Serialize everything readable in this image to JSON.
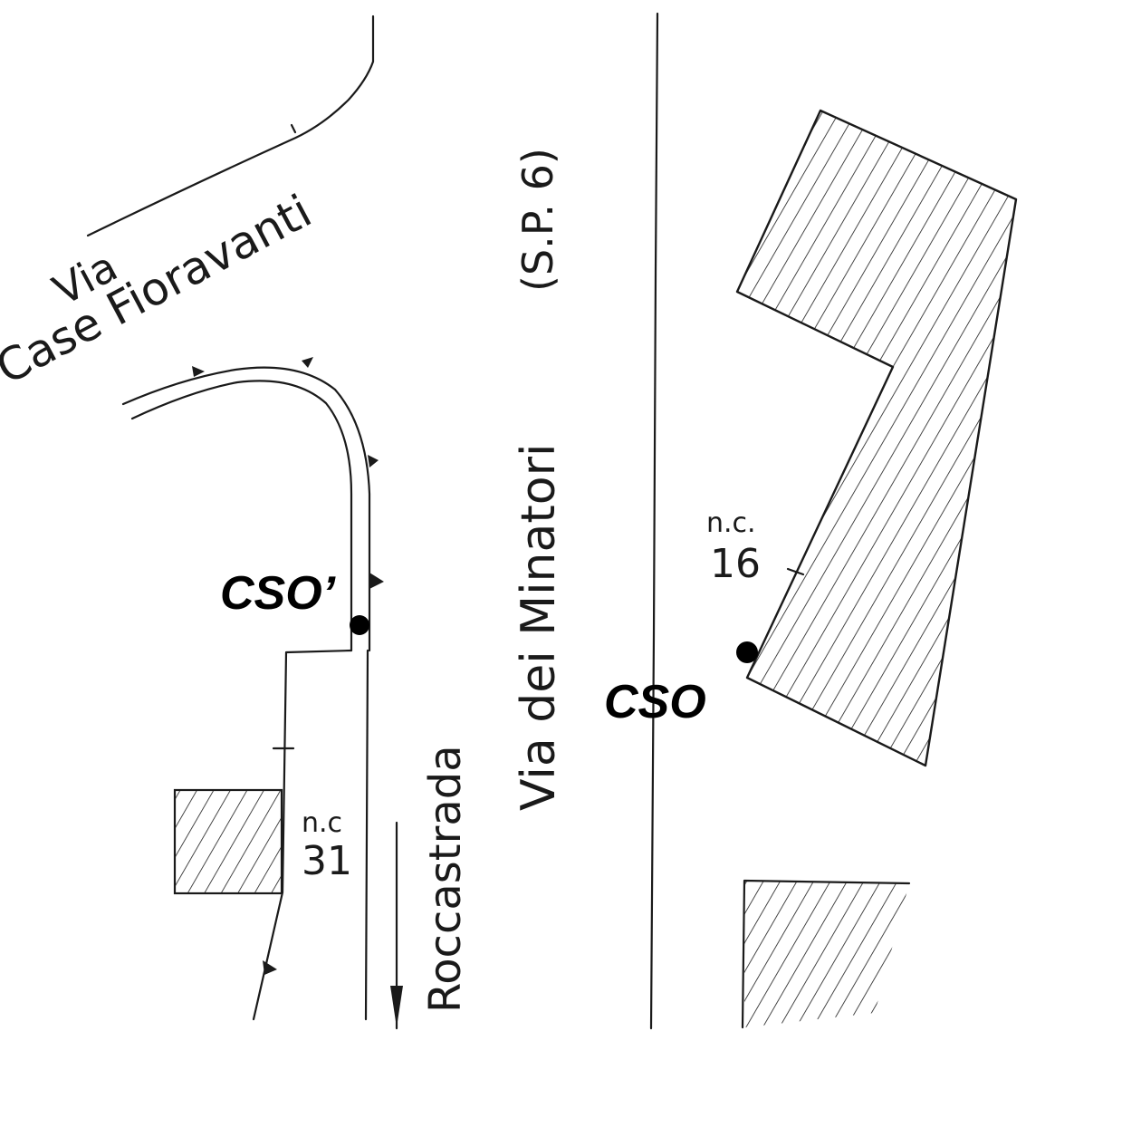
{
  "streets": {
    "via_label": "Via",
    "case_fioravanti_label": "Case Fioravanti",
    "via_dei_minatori_label": "Via dei Minatori",
    "sp6_label": "(S.P. 6)",
    "roccastrada_label": "Roccastrada"
  },
  "buildings": {
    "nc16_prefix": "n.c.",
    "nc16_number": "16",
    "nc31_prefix": "n.c",
    "nc31_number": "31"
  },
  "points": {
    "cso_label": "CSO",
    "cso_prime_label": "CSO’"
  },
  "colors": {
    "ink": "#1a1a1a",
    "background": "#ffffff",
    "marker": "#000000"
  }
}
